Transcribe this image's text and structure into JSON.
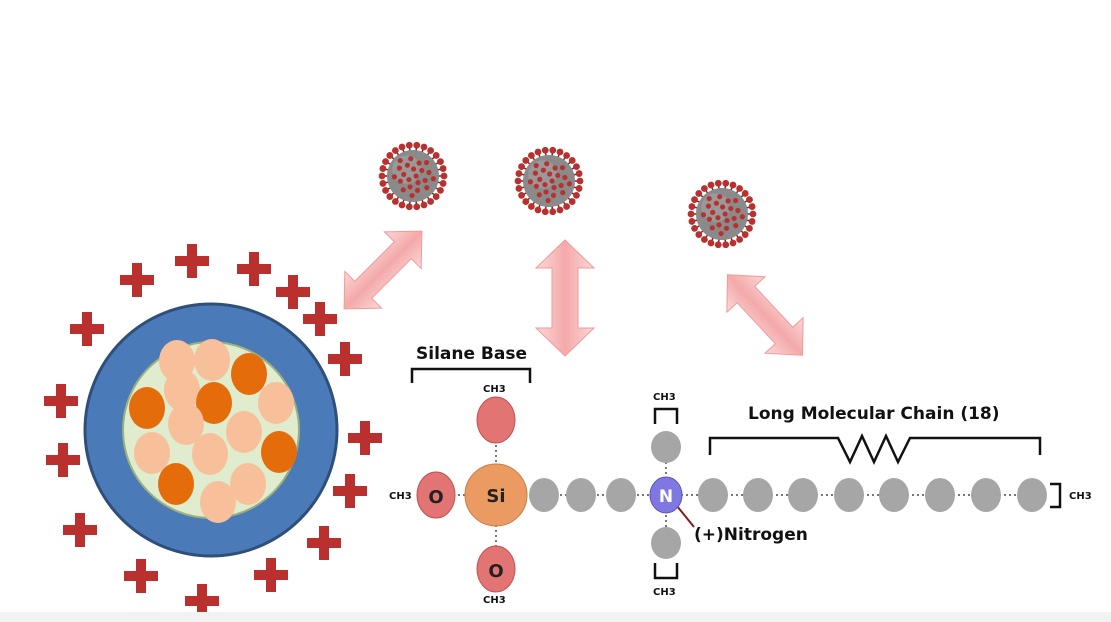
{
  "labels": {
    "silane_base": "Silane Base",
    "long_chain": "Long Molecular Chain (18)",
    "nitrogen": "(+)Nitrogen",
    "ch3": "CH3"
  },
  "atoms": {
    "si": "Si",
    "o": "O",
    "n": "N"
  },
  "colors": {
    "plus": "#b9302f",
    "particle_outer": "#4a7ab8",
    "particle_inner": "#dfeccd",
    "dot_orange": "#e46c0a",
    "dot_peach": "#f8c09a",
    "oxygen": "#e27474",
    "silicon": "#eb9b61",
    "nitrogen": "#7f78e0",
    "carbon": "#a6a6a6",
    "arrow": "#f3a7a7",
    "virus_body": "#8a8a8a",
    "virus_spike": "#b8312f"
  },
  "icons": [
    "virus-icon",
    "plus-icon",
    "double-arrow-icon"
  ]
}
